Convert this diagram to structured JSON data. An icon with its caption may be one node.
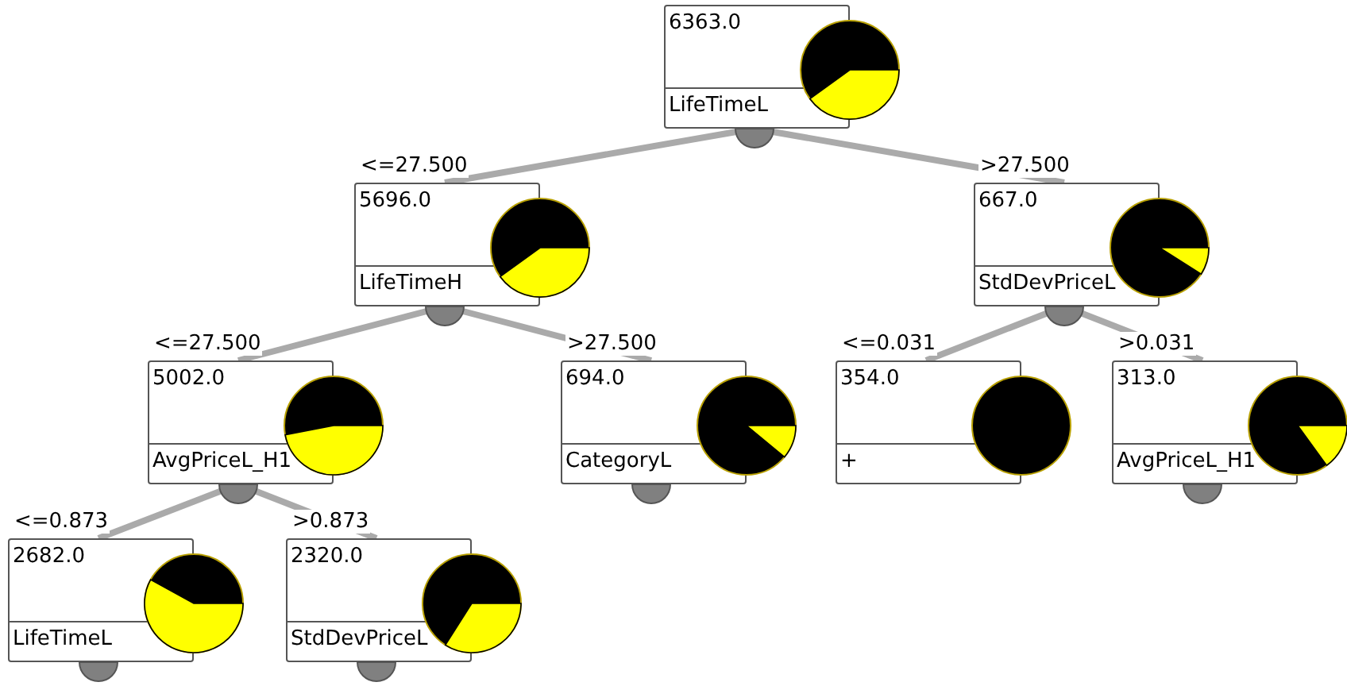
{
  "diagram": {
    "nodes": [
      {
        "text": [
          "6363.0",
          "LifeTimeL"
        ]
      },
      {
        "text": [
          "5696.0",
          "LifeTimeH"
        ]
      },
      {
        "text": [
          "667.0",
          "StdDevPriceL"
        ]
      },
      {
        "text": [
          "5002.0",
          "AvgPriceL_H1"
        ]
      },
      {
        "text": [
          "694.0",
          "CategoryL"
        ]
      },
      {
        "text": [
          "354.0",
          "+"
        ]
      },
      {
        "text": [
          "313.0",
          "AvgPriceL_H1"
        ]
      },
      {
        "text": [
          "2682.0",
          "LifeTimeL"
        ]
      },
      {
        "text": [
          "2320.0",
          "StdDevPriceL"
        ]
      }
    ],
    "edges": [
      {
        "from": 0,
        "to": 1,
        "arrow": "none",
        "label": "<=27.500"
      },
      {
        "from": 0,
        "to": 2,
        "arrow": "none",
        "label": ">27.500"
      },
      {
        "from": 1,
        "to": 3,
        "arrow": "none",
        "label": "<=27.500"
      },
      {
        "from": 1,
        "to": 4,
        "arrow": "none",
        "label": ">27.500"
      },
      {
        "from": 2,
        "to": 5,
        "arrow": "none",
        "label": "<=0.031"
      },
      {
        "from": 2,
        "to": 6,
        "arrow": "none",
        "label": ">0.031"
      },
      {
        "from": 3,
        "to": 7,
        "arrow": "none",
        "label": "<=0.873"
      },
      {
        "from": 3,
        "to": 8,
        "arrow": "none",
        "label": ">0.873"
      }
    ]
  }
}
